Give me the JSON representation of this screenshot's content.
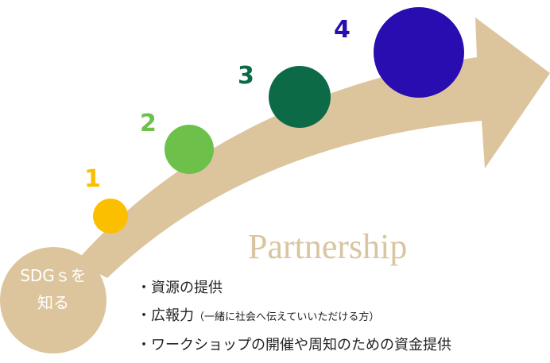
{
  "colors": {
    "arrow": "#dcc59c",
    "step1": "#fbbf00",
    "step2": "#6dc04a",
    "step3": "#0c6a46",
    "step4": "#2a0db0",
    "title": "#d9c59f"
  },
  "start": {
    "line1": "SDGｓを",
    "line2": "知る"
  },
  "steps": [
    {
      "label": "1"
    },
    {
      "label": "2"
    },
    {
      "label": "3"
    },
    {
      "label": "4"
    }
  ],
  "title": "Partnership",
  "items": [
    {
      "text": "・資源の提供",
      "note": ""
    },
    {
      "text": "・広報力",
      "note": "（一緒に社会へ伝えていいただける方）"
    },
    {
      "text": "・ワークショップの開催や周知のための資金提供",
      "note": ""
    }
  ]
}
